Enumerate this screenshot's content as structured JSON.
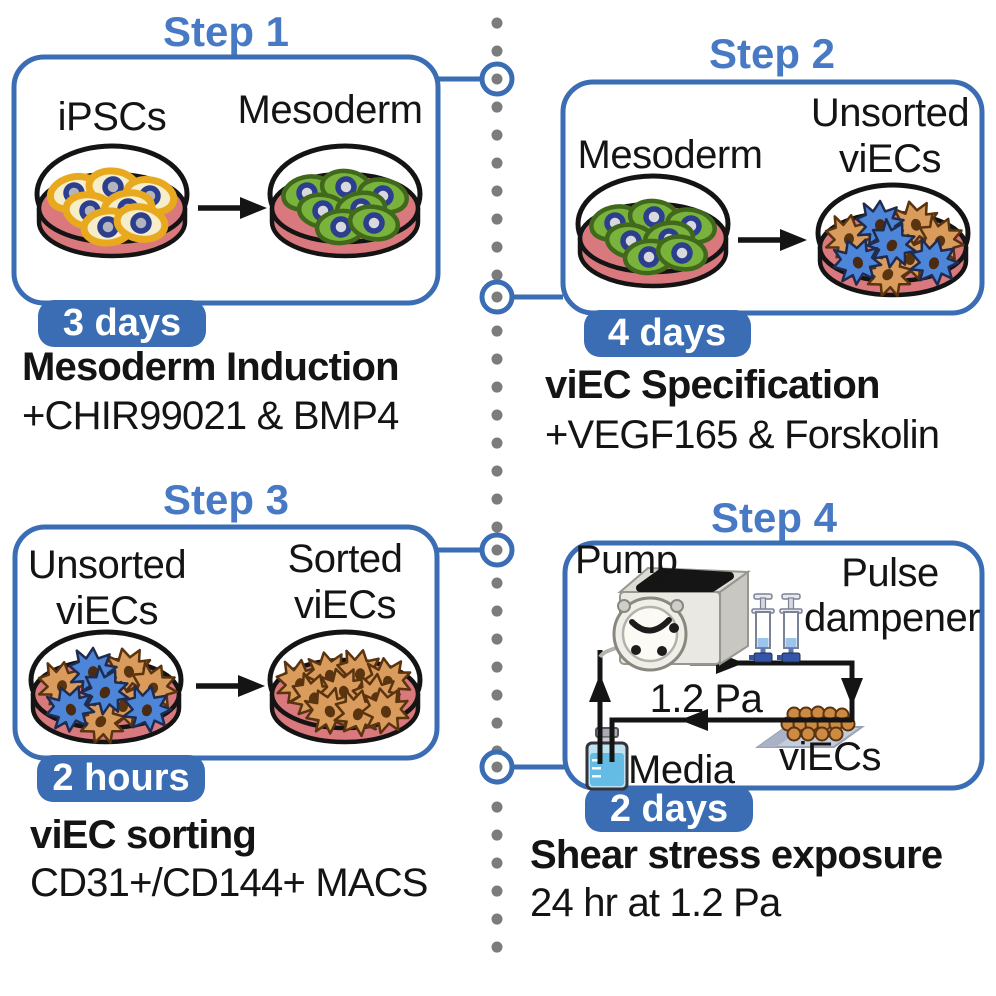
{
  "figure": {
    "type": "protocol-diagram",
    "description": "Four-step iPSC to viEC differentiation and shear stress protocol"
  },
  "colors": {
    "accent_blue": "#3a6db4",
    "title_blue": "#4779c4",
    "ink": "#141414",
    "dot_gray": "#7c7c7c",
    "dish_pink": "#d9797d",
    "ipsc_gold": "#e9a91f",
    "ipsc_cream": "#f6eecb",
    "nucleus_blue": "#2c3f8f",
    "nucleus_center": "#b4b4bc",
    "meso_green": "#7ab33c",
    "meso_green_dark": "#40691c",
    "viec_tan": "#d99c5c",
    "viec_blue": "#4d86d8",
    "cell_nucleus_brown": "#5a330f",
    "media_blue": "#64bce4",
    "badge_text": "#ffffff"
  },
  "steps": [
    {
      "title": "Step 1",
      "badge": "3 days",
      "heading": "Mesoderm Induction",
      "subheading": "+CHIR99021 & BMP4",
      "dish_left_label": "iPSCs",
      "dish_right_label": "Mesoderm"
    },
    {
      "title": "Step 2",
      "badge": "4 days",
      "heading": "viEC Specification",
      "subheading": "+VEGF165 & Forskolin",
      "dish_left_label": "Mesoderm",
      "dish_right_label_line1": "Unsorted",
      "dish_right_label_line2": "viECs"
    },
    {
      "title": "Step 3",
      "badge": "2 hours",
      "heading": "viEC sorting",
      "subheading": "CD31+/CD144+ MACS",
      "dish_left_label_line1": "Unsorted",
      "dish_left_label_line2": "viECs",
      "dish_right_label_line1": "Sorted",
      "dish_right_label_line2": "viECs"
    },
    {
      "title": "Step 4",
      "badge": "2 days",
      "heading": "Shear stress exposure",
      "subheading": "24 hr at 1.2 Pa",
      "pump_label": "Pump",
      "dampener_label_line1": "Pulse",
      "dampener_label_line2": "dampener",
      "pressure_label": "1.2 Pa",
      "media_label": "Media",
      "cells_label": "viECs"
    }
  ]
}
